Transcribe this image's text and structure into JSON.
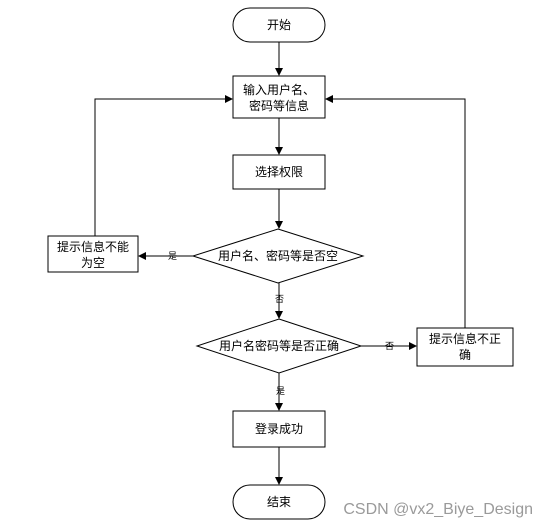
{
  "nodes": {
    "start": "开始",
    "input_line1": "输入用户名、",
    "input_line2": "密码等信息",
    "select": "选择权限",
    "check_empty": "用户名、密码等是否空",
    "empty_tip_line1": "提示信息不能",
    "empty_tip_line2": "为空",
    "check_correct": "用户名密码等是否正确",
    "wrong_tip_line1": "提示信息不正",
    "wrong_tip_line2": "确",
    "success": "登录成功",
    "end": "结束"
  },
  "edges": {
    "empty_yes": "是",
    "empty_no": "否",
    "correct_no": "否",
    "correct_yes": "是"
  },
  "watermark": "CSDN @vx2_Biye_Design"
}
